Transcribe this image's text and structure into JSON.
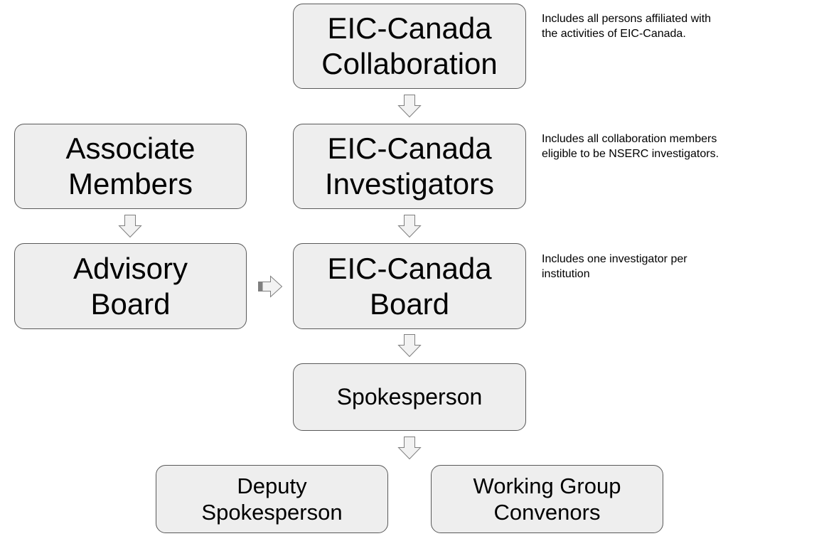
{
  "nodes": {
    "collaboration": [
      "EIC-Canada",
      "Collaboration"
    ],
    "investigators": [
      "EIC-Canada",
      "Investigators"
    ],
    "board": [
      "EIC-Canada",
      "Board"
    ],
    "associate": [
      "Associate",
      "Members"
    ],
    "advisory": [
      "Advisory",
      "Board"
    ],
    "spokesperson": [
      "Spokesperson"
    ],
    "deputy": [
      "Deputy",
      "Spokesperson"
    ],
    "convenors": [
      "Working Group",
      "Convenors"
    ]
  },
  "notes": {
    "collaboration": [
      "Includes all persons affiliated with",
      "the activities of EIC-Canada."
    ],
    "investigators": [
      "Includes all collaboration members",
      "eligible to be NSERC investigators."
    ],
    "board": [
      "Includes one investigator per",
      "institution"
    ]
  },
  "colors": {
    "box_fill": "#eeeeee",
    "box_border": "#595959",
    "arrow_fill": "#f2f2f2",
    "arrow_stroke": "#7f7f7f"
  }
}
